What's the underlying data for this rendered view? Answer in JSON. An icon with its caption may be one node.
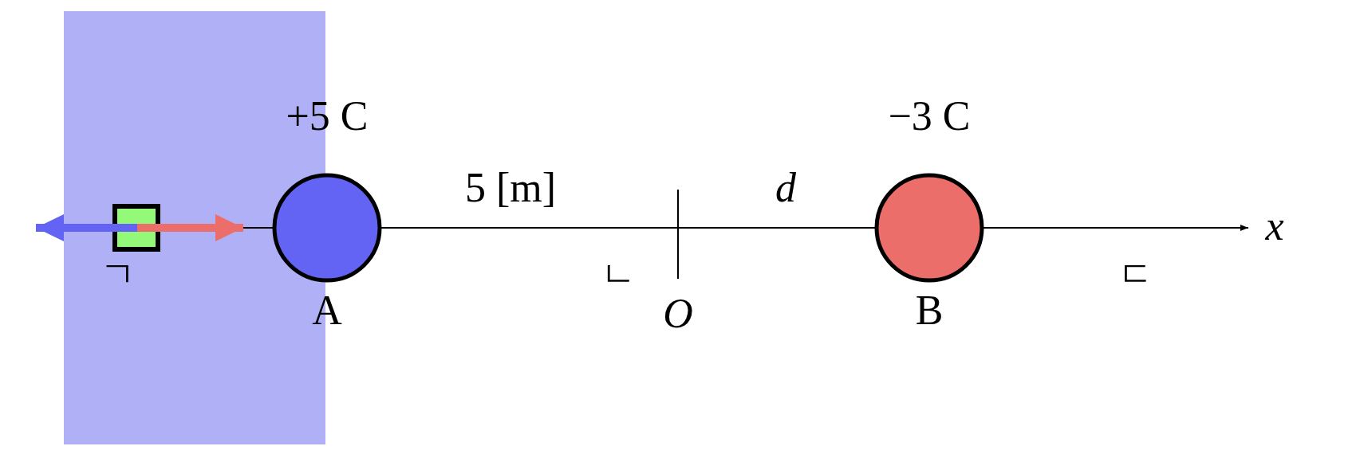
{
  "diagram": {
    "nodes": [
      {
        "text": [],
        "shape": "box"
      },
      {
        "text": [
          "+5 C",
          "A"
        ]
      },
      {
        "text": [
          "−3 C",
          "B"
        ]
      }
    ],
    "edges": [
      {
        "from": 0,
        "to": null,
        "arrow": "to",
        "color": "#6464f4"
      },
      {
        "from": 0,
        "to": 1,
        "arrow": "to",
        "color": "#ec6e6a"
      }
    ],
    "labels": [
      "5 [m]",
      "d",
      "x",
      "ㄱ",
      "ㄴ",
      "O",
      "ㄷ"
    ]
  }
}
